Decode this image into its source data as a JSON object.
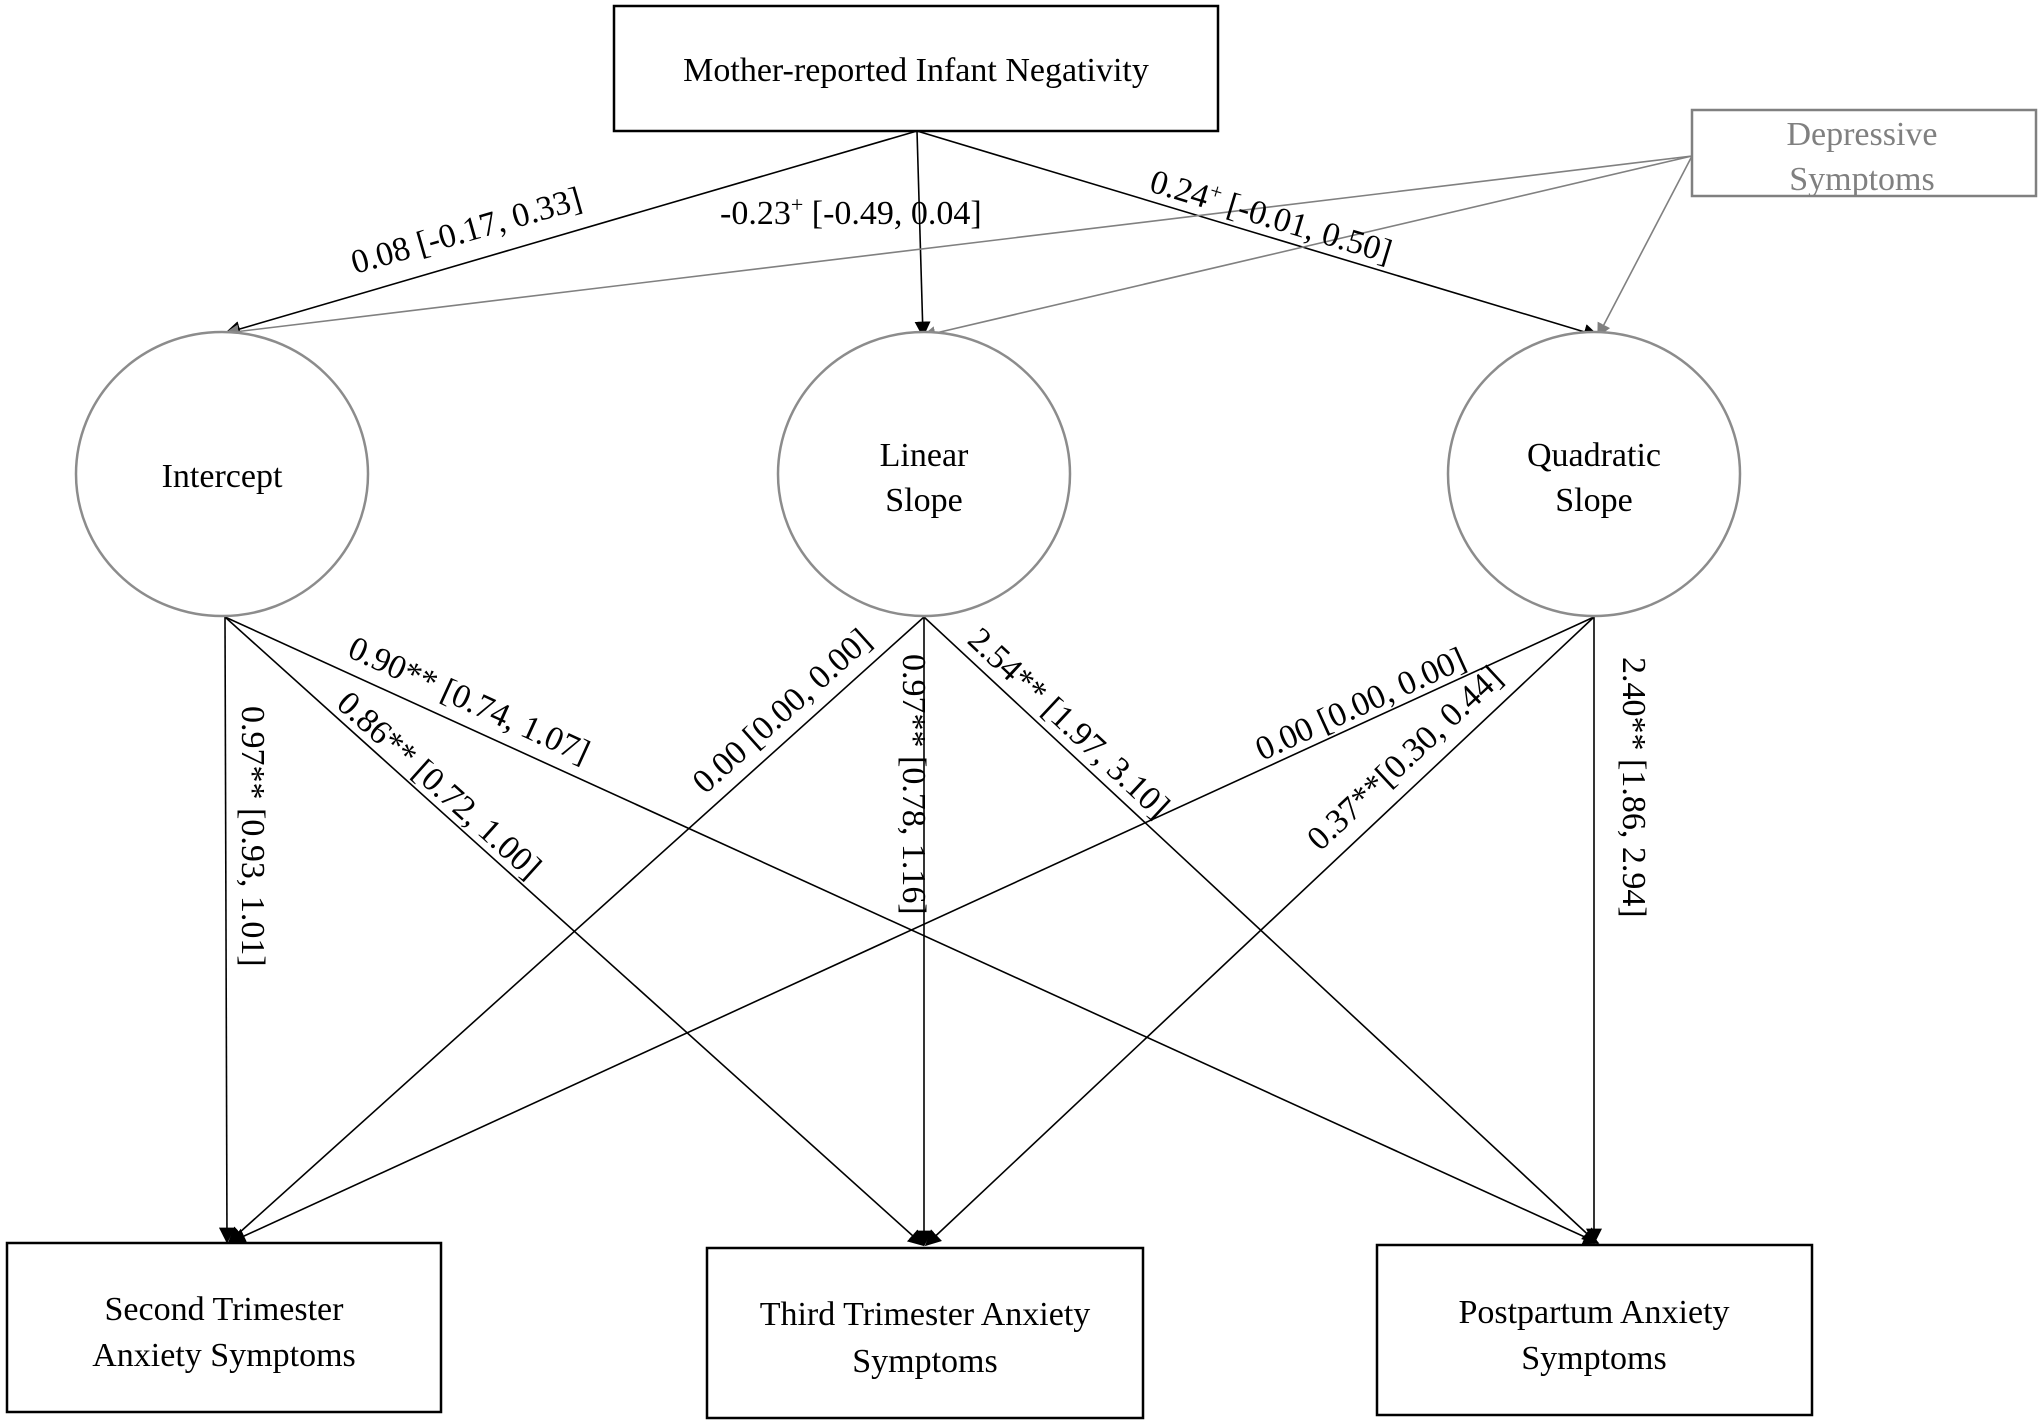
{
  "nodes": {
    "predictor": {
      "label": "Mother-reported Infant Negativity"
    },
    "covariate": {
      "line1": "Depressive",
      "line2": "Symptoms"
    },
    "intercept": {
      "label": "Intercept"
    },
    "linear": {
      "line1": "Linear",
      "line2": "Slope"
    },
    "quadratic": {
      "line1": "Quadratic",
      "line2": "Slope"
    },
    "second": {
      "line1": "Second Trimester",
      "line2": "Anxiety Symptoms"
    },
    "third": {
      "line1": "Third Trimester Anxiety",
      "line2": "Symptoms"
    },
    "postpartum": {
      "line1": "Postpartum Anxiety",
      "line2": "Symptoms"
    }
  },
  "paths": {
    "neg_intercept": {
      "main": "0.08  [-0.17, 0.33]"
    },
    "neg_linear": {
      "est": "-0.23",
      "sup": "+",
      "ci": "  [-0.49, 0.04]"
    },
    "neg_quadratic": {
      "est": "0.24",
      "sup": "+",
      "ci": " [-0.01, 0.50]"
    },
    "int_second": "0.97** [0.93, 1.01]",
    "int_third": "0.86** [0.72, 1.00]",
    "int_post": "0.90** [0.74, 1.07]",
    "lin_second": "0.00 [0.00, 0.00]",
    "lin_third": "0.97** [0.78, 1.16]",
    "lin_post": "2.54** [1.97, 3.10]",
    "quad_second": "0.00 [0.00, 0.00]",
    "quad_third": "0.37**[0.30, 0.44]",
    "quad_post": "2.40** [1.86, 2.94]"
  }
}
